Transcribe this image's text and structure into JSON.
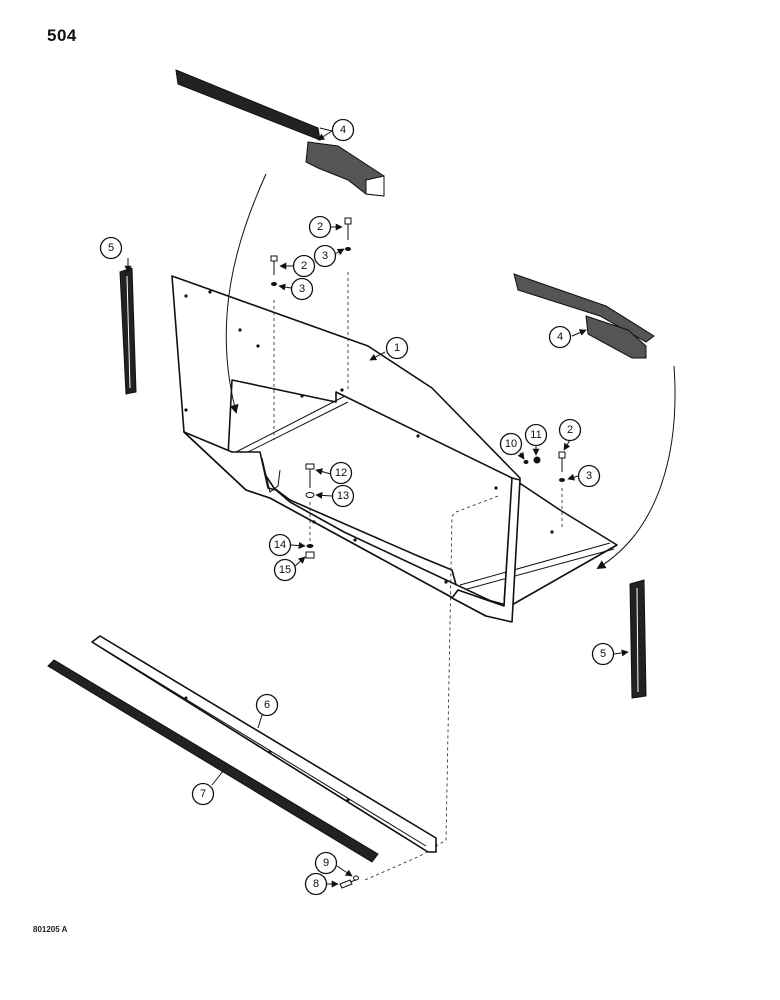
{
  "page_number": "504",
  "figure_code": "801205 A",
  "callouts": [
    "1",
    "2",
    "3",
    "4",
    "5",
    "6",
    "7",
    "8",
    "9",
    "10",
    "11",
    "12",
    "13",
    "14",
    "15"
  ],
  "colors": {
    "ink": "#111111",
    "paper": "#ffffff"
  }
}
